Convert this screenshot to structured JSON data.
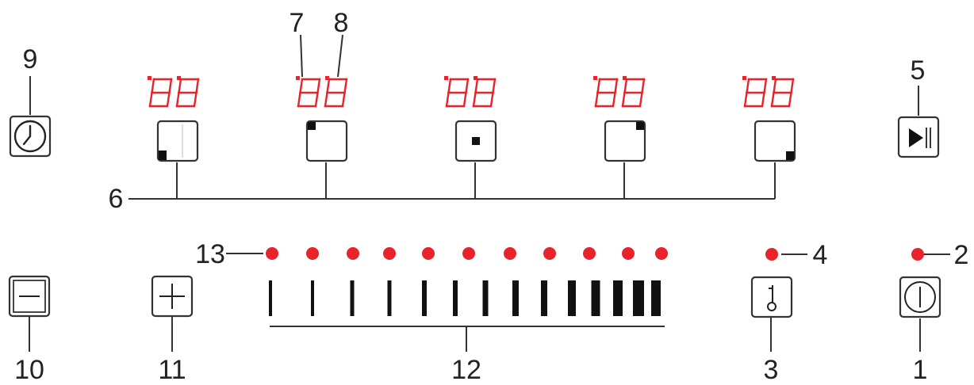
{
  "colors": {
    "led_red": "#e8232b",
    "stroke": "#333333",
    "text": "#222222",
    "bar": "#111111"
  },
  "digits": {
    "glyph": "88"
  },
  "callouts": {
    "on_off_button": "1",
    "on_off_led": "2",
    "keep_warm_button": "3",
    "keep_warm_led": "4",
    "pause_button": "5",
    "zone_selectors": "6",
    "level_display": "7",
    "timer_display": "8",
    "timer_button": "9",
    "minus_button": "10",
    "plus_button": "11",
    "slider": "12",
    "level_leds": "13"
  },
  "icons": {
    "timer": "clock-icon",
    "pause": "play-pause-icon",
    "minus": "minus-icon",
    "plus": "plus-icon",
    "keep_warm": "thermometer-icon",
    "power": "power-icon",
    "zones": [
      "zone-bottom-left-icon",
      "zone-top-left-icon",
      "zone-center-icon",
      "zone-top-right-icon",
      "zone-bottom-right-icon"
    ]
  },
  "level_led_count": 11,
  "slider_bar_count": 14
}
